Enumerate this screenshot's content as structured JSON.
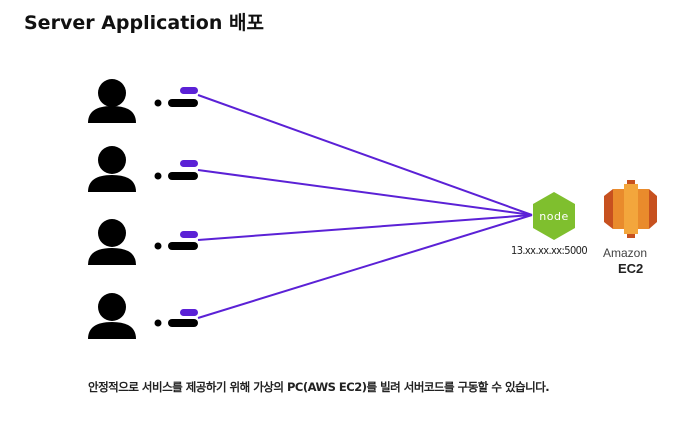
{
  "title": "Server Application 배포",
  "clients": [
    {
      "id": "user-1"
    },
    {
      "id": "user-2"
    },
    {
      "id": "user-3"
    },
    {
      "id": "user-4"
    }
  ],
  "server": {
    "node_logo_text": "node",
    "address": "13.xx.xx.xx:5000"
  },
  "aws": {
    "name": "Amazon",
    "service": "EC2"
  },
  "caption": "안정적으로 서비스를 제공하기 위해 가상의 PC(AWS EC2)를 빌려 서버코드를 구동할 수 있습니다.",
  "colors": {
    "connection": "#5b21d6",
    "node_green": "#7fbf2e",
    "aws_orange_dark": "#c7511f",
    "aws_orange": "#e98b2c",
    "aws_orange_light": "#f3a63c",
    "ink": "#000000"
  },
  "icons": [
    "user-icon",
    "node-js-icon",
    "amazon-ec2-icon"
  ]
}
